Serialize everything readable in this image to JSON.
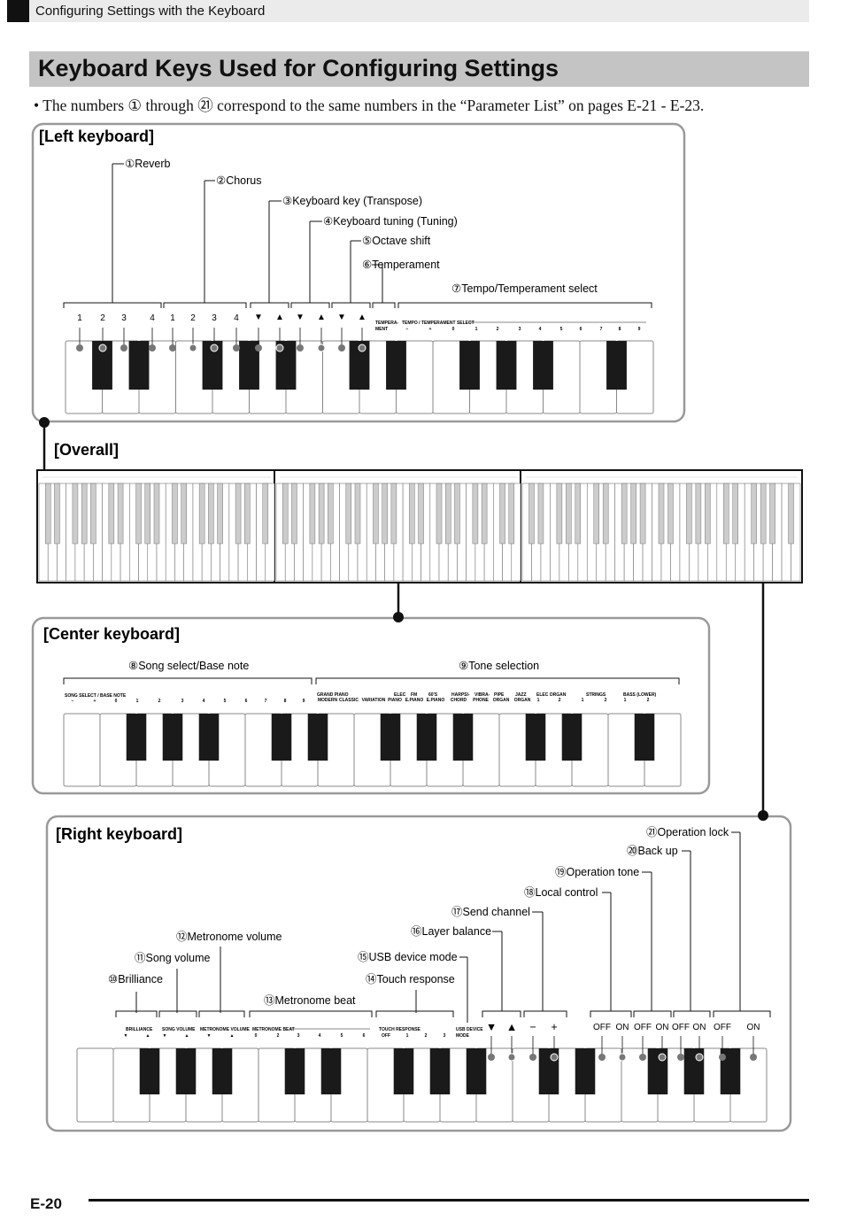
{
  "header": {
    "section_title": "Configuring Settings with the Keyboard"
  },
  "heading": "Keyboard Keys Used for Configuring Settings",
  "note": "• The numbers ① through ㉑ correspond to the same numbers in the “Parameter List” on pages E-21 - E-23.",
  "panels": {
    "left": "[Left keyboard]",
    "overall": "[Overall]",
    "center": "[Center keyboard]",
    "right": "[Right keyboard]"
  },
  "left_callouts": [
    "①Reverb",
    "②Chorus",
    "③Keyboard key (Transpose)",
    "④Keyboard tuning (Tuning)",
    "⑤Octave shift",
    "⑥Temperament",
    "⑦Tempo/Temperament select"
  ],
  "left_key_numbers": [
    "1",
    "2",
    "3",
    "4",
    "1",
    "2",
    "3",
    "4"
  ],
  "left_arrows": [
    "▼",
    "▲",
    "▼",
    "▲",
    "▼",
    "▲"
  ],
  "left_small": {
    "temperament": [
      "TEMPERA-",
      "MENT"
    ],
    "tempo_select": "TEMPO / TEMPERAMENT SELECT",
    "tempo_values": [
      "−",
      "+",
      "0",
      "1",
      "2",
      "3",
      "4",
      "5",
      "6",
      "7",
      "8",
      "9"
    ]
  },
  "center_callouts": [
    "⑧Song select/Base note",
    "⑨Tone selection"
  ],
  "center_small": {
    "song_select": "SONG SELECT / BASE NOTE",
    "song_values": [
      "−",
      "+",
      "0",
      "1",
      "2",
      "3",
      "4",
      "5",
      "6",
      "7",
      "8",
      "9"
    ],
    "tone_groups": [
      "GRAND PIANO",
      "ELEC",
      "FM",
      "60'S",
      "HARPSI-",
      "VIBRA-",
      "PIPE",
      "JAZZ",
      "ELEC ORGAN",
      "STRINGS",
      "BASS (LOWER)"
    ],
    "tone_sub": [
      "MODERN",
      "CLASSIC",
      "VARIATION",
      "PIANO",
      "E.PIANO",
      "E.PIANO",
      "CHORD",
      "PHONE",
      "ORGAN",
      "ORGAN",
      "1",
      "2",
      "1",
      "2",
      "1",
      "2"
    ]
  },
  "right_callouts": [
    "⑩Brilliance",
    "⑪Song volume",
    "⑫Metronome volume",
    "⑬Metronome beat",
    "⑭Touch response",
    "⑮USB device mode",
    "⑯Layer balance",
    "⑰Send channel",
    "⑱Local control",
    "⑲Operation tone",
    "⑳Back up",
    "㉑Operation lock"
  ],
  "right_small": {
    "brilliance": "BRILLIANCE",
    "song_volume": "SONG VOLUME",
    "metronome_volume": "METRONOME VOLUME",
    "metronome_beat": "METRONOME BEAT",
    "beat_values": [
      "0",
      "2",
      "3",
      "4",
      "5",
      "6"
    ],
    "touch_response": "TOUCH RESPONSE",
    "touch_values": [
      "OFF",
      "1",
      "2",
      "3"
    ],
    "usb": [
      "USB DEVICE",
      "MODE"
    ]
  },
  "right_big_marks": [
    "▼",
    "▲",
    "−",
    "+"
  ],
  "right_onoff": [
    "OFF",
    "ON",
    "OFF",
    "ON",
    "OFF",
    "ON",
    "OFF",
    "ON"
  ],
  "footer": {
    "page": "E-20"
  }
}
